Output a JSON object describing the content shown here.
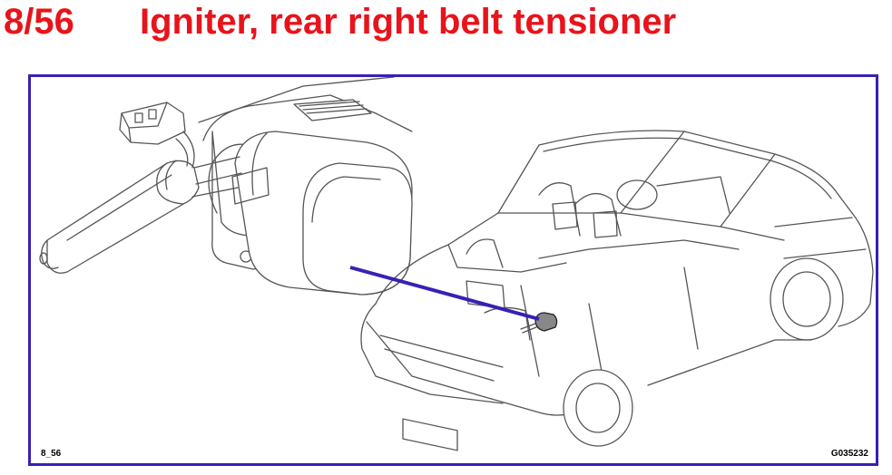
{
  "header": {
    "code": "8/56",
    "title": "Igniter, rear right belt tensioner"
  },
  "figure": {
    "ref_left": "8_56",
    "ref_right": "G035232"
  },
  "colors": {
    "title": "#e8141b",
    "frame": "#3a1fb5",
    "leader": "#3a1fb5",
    "drawing": "#555555"
  }
}
